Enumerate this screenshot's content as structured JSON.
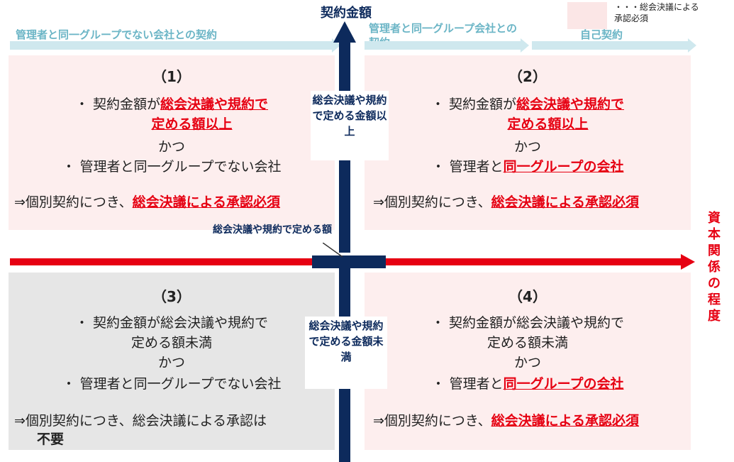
{
  "legend": {
    "swatch_color": "#fbe6e6",
    "text": "・・・総会決議による承認必須"
  },
  "axes": {
    "vertical_label": "契約金額",
    "horizontal_label": "資本関係の程度",
    "upper_label": "総会決議や規約で定める金額以上",
    "lower_label": "総会決議や規約で定める金額未満",
    "threshold_label": "総会決議や規約で定める額",
    "vertical_color": "#0d2a5c",
    "horizontal_color": "#e60012"
  },
  "categories": {
    "left": "管理者と同一グループでない会社との契約",
    "middle": "管理者と同一グループ会社との契約",
    "right": "自己契約"
  },
  "quadrants": {
    "q1": {
      "number": "（1）",
      "b1_pre": "・ 契約金額が",
      "b1_red_a": "総会決議や規約で",
      "b1_red_b": "定める額以上",
      "and": "かつ",
      "b2": "・ 管理者と同一グループでない会社",
      "result_pre": "⇒個別契約につき、",
      "result_red": "総会決議による承認必須"
    },
    "q2": {
      "number": "（2）",
      "b1_pre": "・ 契約金額が",
      "b1_red_a": "総会決議や規約で",
      "b1_red_b": "定める額以上",
      "and": "かつ",
      "b2_pre": "・ 管理者と",
      "b2_red": "同一グループの会社",
      "result_pre": "⇒個別契約につき、",
      "result_red": "総会決議による承認必須"
    },
    "q3": {
      "number": "（3）",
      "b1a": "・ 契約金額が総会決議や規約で",
      "b1b": "定める額未満",
      "and": "かつ",
      "b2": "・ 管理者と同一グループでない会社",
      "result_a": "⇒個別契約につき、総会決議による承認は",
      "result_b": "不要"
    },
    "q4": {
      "number": "（4）",
      "b1a": "・ 契約金額が総会決議や規約で",
      "b1b": "定める額未満",
      "and": "かつ",
      "b2_pre": "・ 管理者と",
      "b2_red": "同一グループの会社",
      "result_pre": "⇒個別契約につき、",
      "result_red": "総会決議による承認必須"
    }
  }
}
